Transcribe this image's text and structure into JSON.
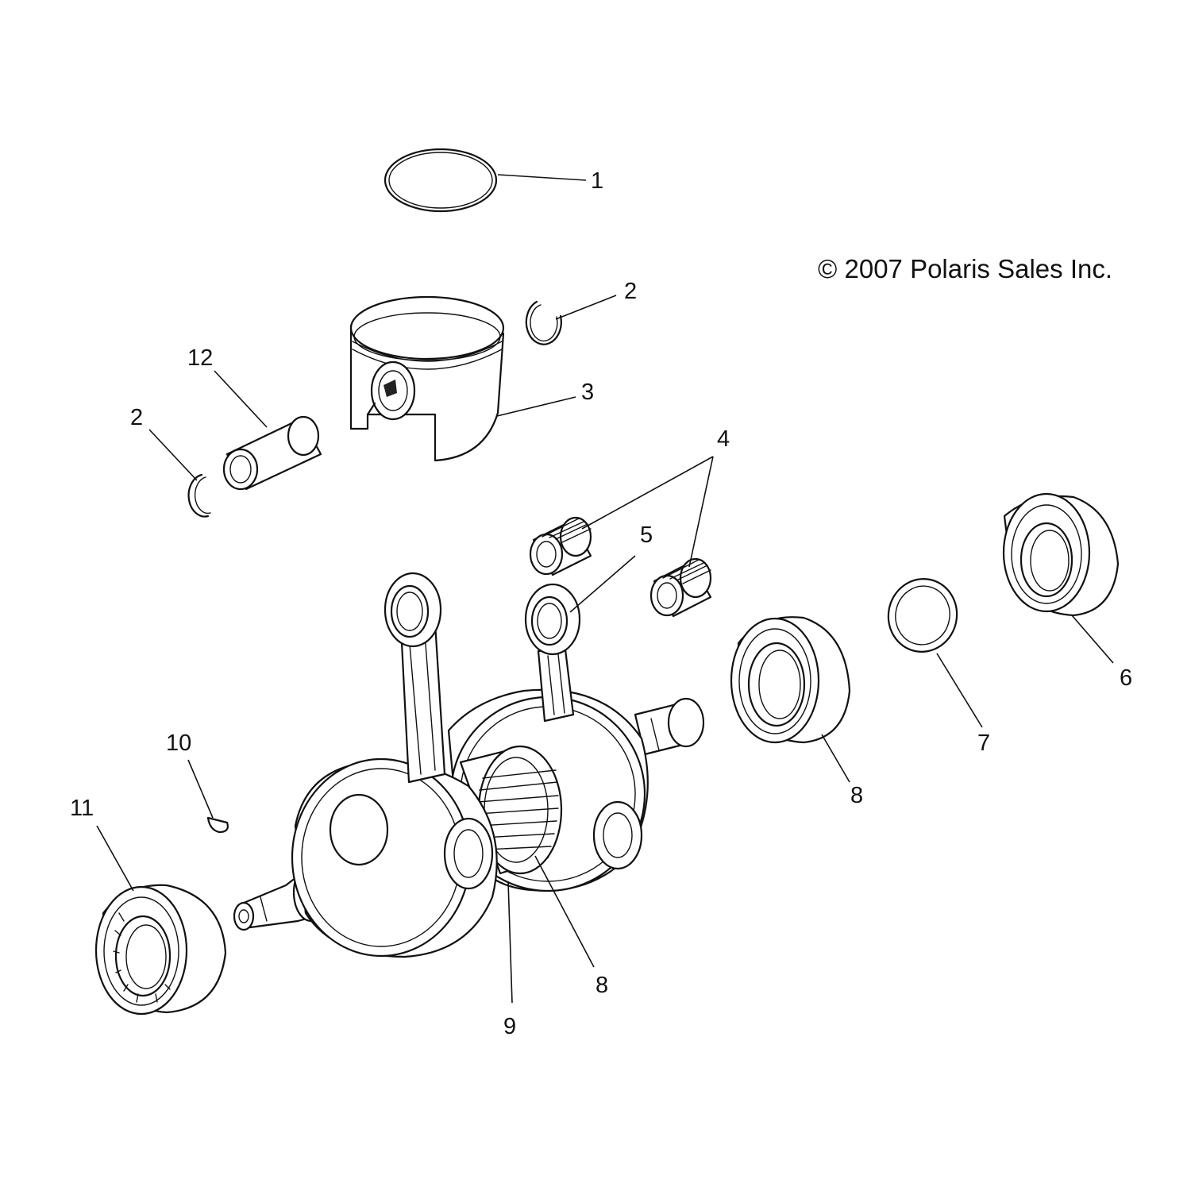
{
  "copyright": "© 2007 Polaris Sales Inc.",
  "callouts": {
    "c1": "1",
    "c2a": "2",
    "c2b": "2",
    "c3": "3",
    "c4": "4",
    "c5": "5",
    "c6": "6",
    "c7": "7",
    "c8a": "8",
    "c8b": "8",
    "c9": "9",
    "c10": "10",
    "c11": "11",
    "c12": "12"
  }
}
